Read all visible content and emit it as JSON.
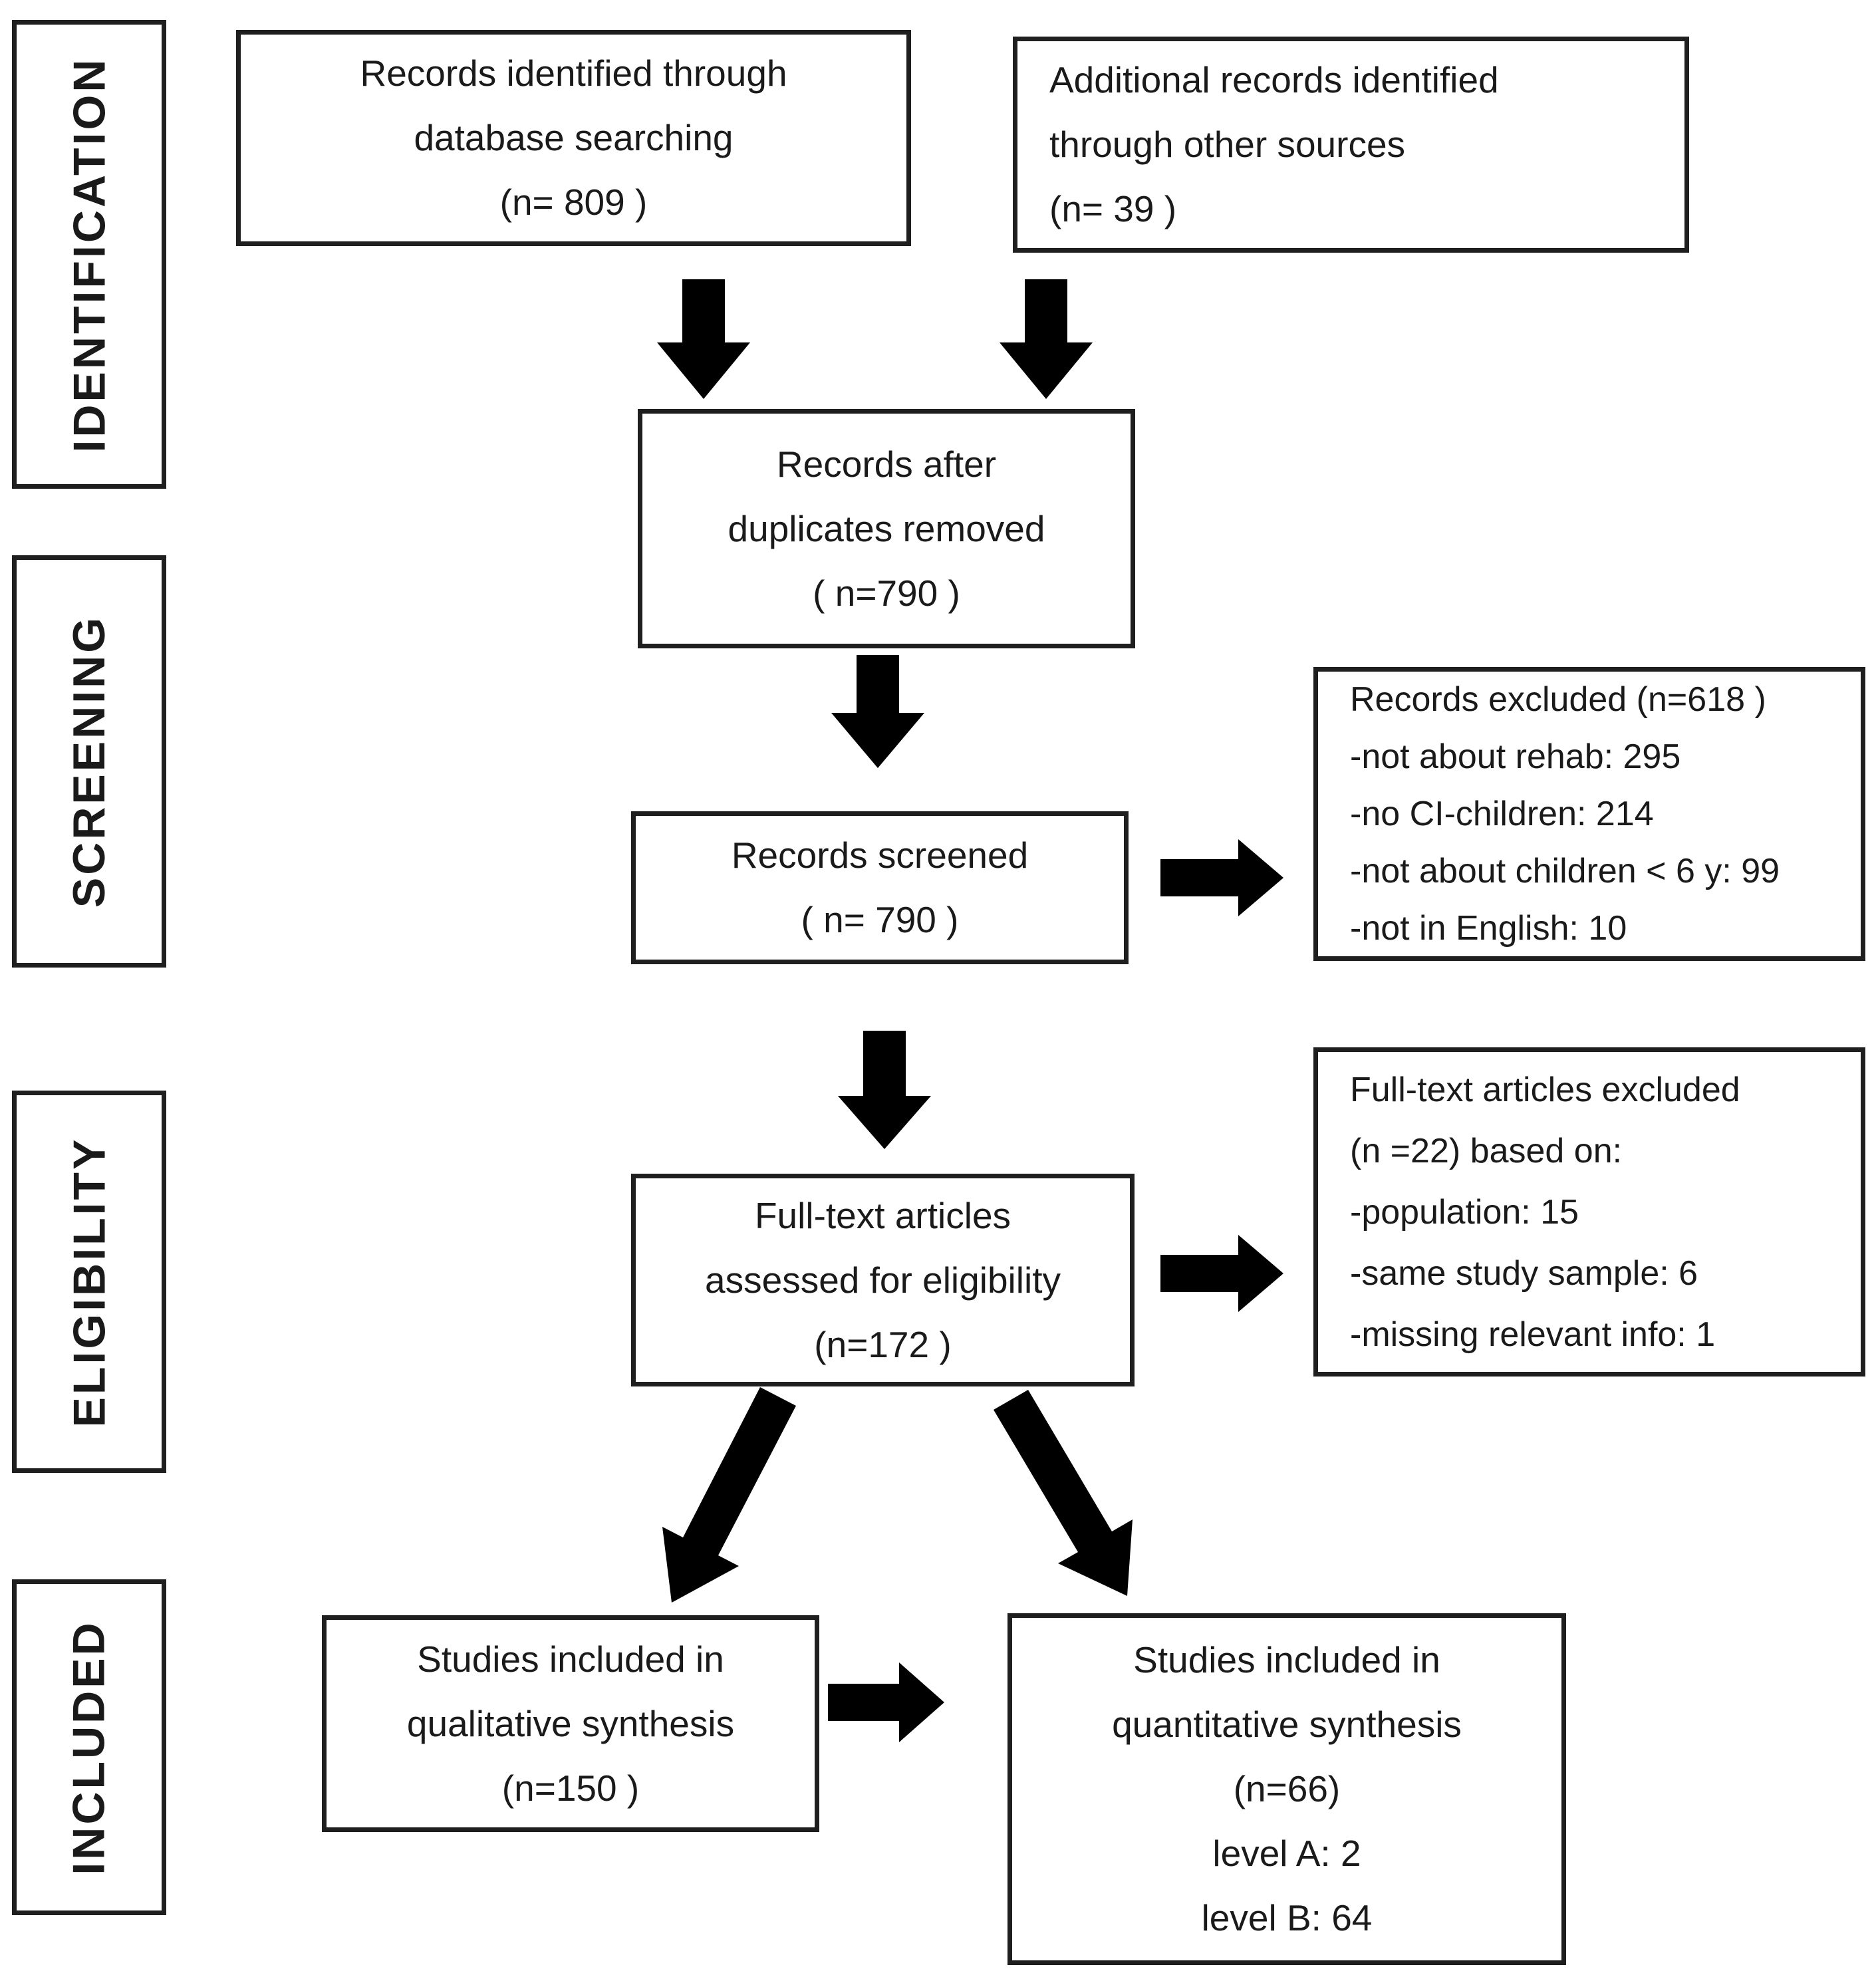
{
  "diagram": {
    "type": "prisma-flowchart",
    "colors": {
      "background": "#ffffff",
      "border": "#1f1f1f",
      "text": "#1a1a1a",
      "arrow": "#000000"
    },
    "stages": [
      {
        "label": "IDENTIFICATION"
      },
      {
        "label": "SCREENING"
      },
      {
        "label": "ELIGIBILITY"
      },
      {
        "label": "INCLUDED"
      }
    ],
    "boxes": {
      "db_search": {
        "lines": [
          "Records identified through",
          "database searching",
          "(n= 809 )"
        ]
      },
      "other_sources": {
        "lines": [
          "Additional records identified",
          "through other sources",
          "(n= 39 )"
        ]
      },
      "after_duplicates": {
        "lines": [
          "Records after",
          "duplicates removed",
          "( n=790 )"
        ]
      },
      "screened": {
        "lines": [
          "Records screened",
          "( n= 790 )"
        ]
      },
      "records_excluded": {
        "lines": [
          "Records excluded (n=618 )",
          "-not about rehab: 295",
          "-no CI-children: 214",
          "-not about children < 6 y: 99",
          "-not in English: 10"
        ]
      },
      "fulltext_assessed": {
        "lines": [
          "Full-text articles",
          "assessed for eligibility",
          "(n=172 )"
        ]
      },
      "fulltext_excluded": {
        "lines": [
          "Full-text articles excluded",
          "(n =22) based on:",
          "-population: 15",
          "-same study sample: 6",
          "-missing relevant info: 1"
        ]
      },
      "qualitative": {
        "lines": [
          "Studies included in",
          "qualitative synthesis",
          "(n=150 )"
        ]
      },
      "quantitative": {
        "lines": [
          "Studies included in",
          "quantitative synthesis",
          "(n=66)",
          "level A: 2",
          "level B: 64"
        ]
      }
    }
  }
}
